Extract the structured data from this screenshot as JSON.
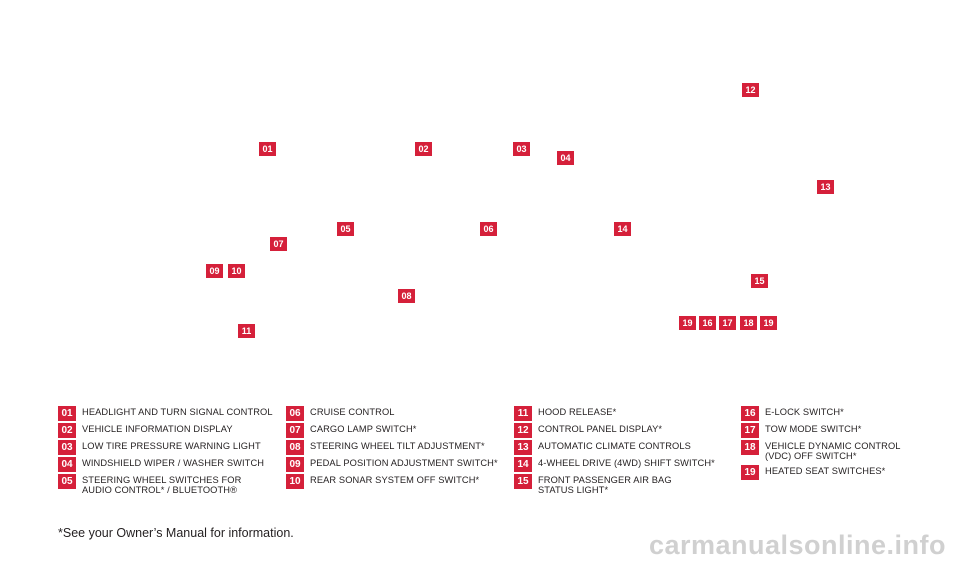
{
  "callouts": [
    "01",
    "02",
    "03",
    "04",
    "05",
    "06",
    "07",
    "08",
    "09",
    "10",
    "11",
    "12",
    "13",
    "14",
    "15",
    "19",
    "16",
    "17",
    "18",
    "19"
  ],
  "legend": [
    {
      "num": "01",
      "text": "HEADLIGHT AND TURN SIGNAL CONTROL"
    },
    {
      "num": "02",
      "text": "VEHICLE INFORMATION DISPLAY"
    },
    {
      "num": "03",
      "text": "LOW TIRE PRESSURE WARNING LIGHT"
    },
    {
      "num": "04",
      "text": "WINDSHIELD WIPER / WASHER SWITCH"
    },
    {
      "num": "05",
      "text": "STEERING WHEEL SWITCHES FOR\nAUDIO CONTROL* / BLUETOOTH®"
    },
    {
      "num": "06",
      "text": "CRUISE CONTROL"
    },
    {
      "num": "07",
      "text": "CARGO LAMP SWITCH*"
    },
    {
      "num": "08",
      "text": "STEERING WHEEL TILT ADJUSTMENT*"
    },
    {
      "num": "09",
      "text": "PEDAL POSITION ADJUSTMENT SWITCH*"
    },
    {
      "num": "10",
      "text": "REAR SONAR SYSTEM OFF SWITCH*"
    },
    {
      "num": "11",
      "text": "HOOD RELEASE*"
    },
    {
      "num": "12",
      "text": "CONTROL PANEL DISPLAY*"
    },
    {
      "num": "13",
      "text": "AUTOMATIC CLIMATE CONTROLS"
    },
    {
      "num": "14",
      "text": "4-WHEEL DRIVE (4WD) SHIFT SWITCH*"
    },
    {
      "num": "15",
      "text": "FRONT PASSENGER AIR BAG\nSTATUS LIGHT*"
    },
    {
      "num": "16",
      "text": "E-LOCK SWITCH*"
    },
    {
      "num": "17",
      "text": "TOW MODE SWITCH*"
    },
    {
      "num": "18",
      "text": "VEHICLE DYNAMIC CONTROL\n(VDC) OFF SWITCH*"
    },
    {
      "num": "19",
      "text": "HEATED SEAT SWITCHES*"
    }
  ],
  "footnote": "*See your Owner’s Manual for information.",
  "watermark": "carmanualsonline.info",
  "colors": {
    "accent": "#d5203a",
    "text": "#231f20",
    "background": "#ffffff"
  }
}
